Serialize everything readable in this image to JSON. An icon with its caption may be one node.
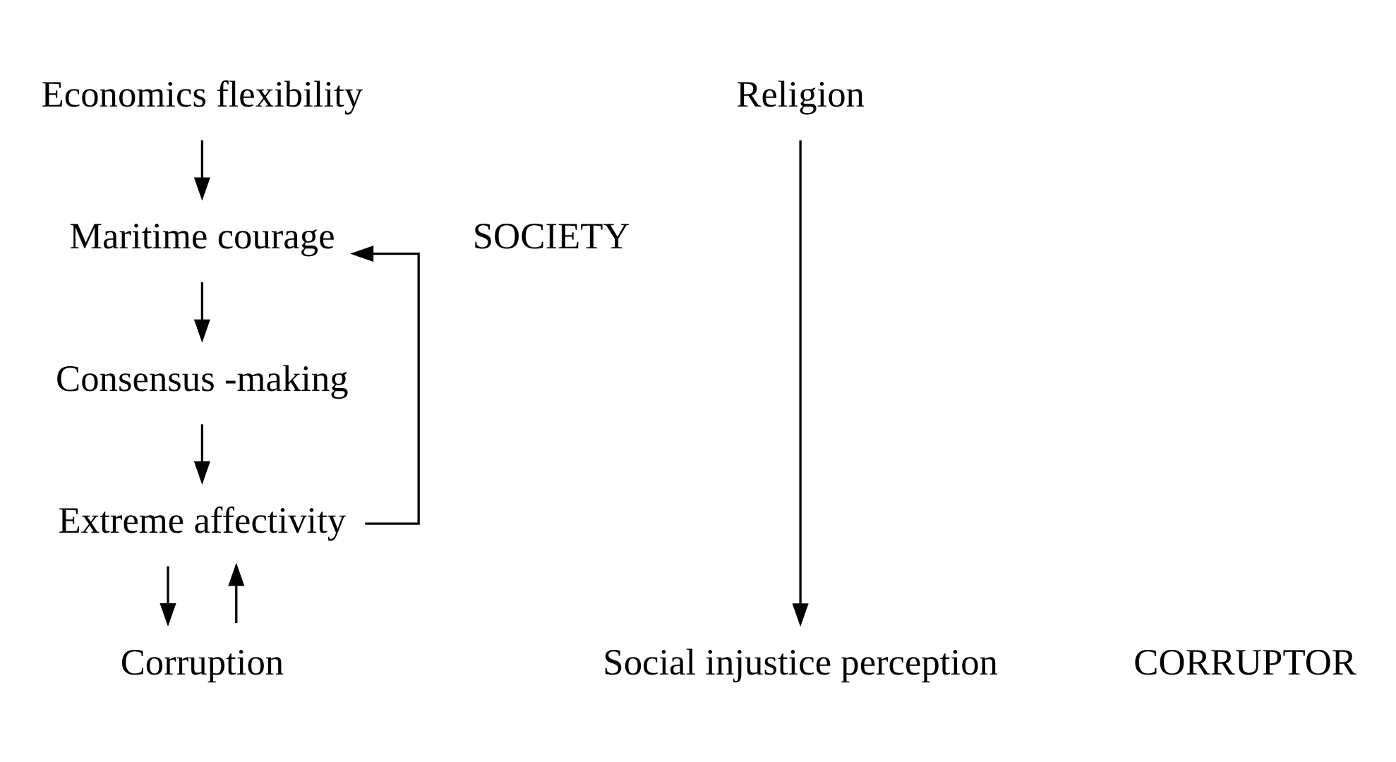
{
  "diagram": {
    "nodes": [
      {
        "text": [
          "Economics flexibility"
        ]
      },
      {
        "text": [
          "Religion"
        ]
      },
      {
        "text": [
          "Maritime courage"
        ]
      },
      {
        "text": [
          "Consensus -making"
        ]
      },
      {
        "text": [
          "Extreme affectivity"
        ]
      },
      {
        "text": [
          "Corruption"
        ]
      },
      {
        "text": [
          "Social injustice perception"
        ]
      }
    ],
    "edges": [
      {
        "from": 0,
        "to": 2,
        "arrow": "to"
      },
      {
        "from": 2,
        "to": 3,
        "arrow": "to"
      },
      {
        "from": 3,
        "to": 4,
        "arrow": "to"
      },
      {
        "from": 4,
        "to": 2,
        "arrow": "to"
      },
      {
        "from": 4,
        "to": 5,
        "arrow": "to"
      },
      {
        "from": 5,
        "to": 4,
        "arrow": "to"
      },
      {
        "from": 1,
        "to": 6,
        "arrow": "to"
      }
    ],
    "labels": [
      "SOCIETY",
      "CORRUPTOR"
    ]
  }
}
